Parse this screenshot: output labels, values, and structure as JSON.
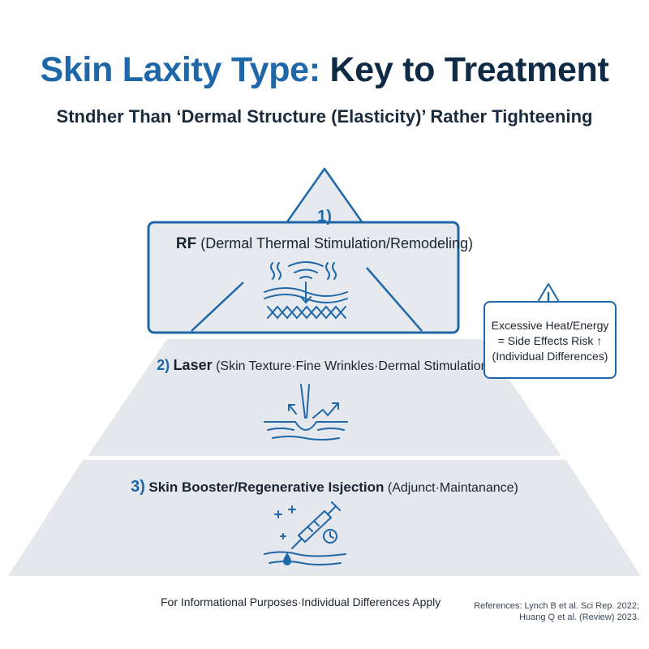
{
  "title": {
    "accent": "Skin Laxity Type:",
    "rest": "Key to Treatment"
  },
  "subtitle": "Stndher Than ‘Dermal Structure (Elasticity)’ Rather Tighteening",
  "tiers": [
    {
      "number": "1)",
      "name": "RF",
      "detail": "(Dermal Thermal Stimulation/Remodeling)",
      "icon": "rf-heat-dermis-icon"
    },
    {
      "number": "2)",
      "name": "Laser",
      "detail": "(Skin Texture·Fine Wrinkles·Dermal Stimulation)",
      "icon": "laser-skin-icon"
    },
    {
      "number": "3)",
      "name": "Skin Booster/Regenerative Isjection",
      "detail": "(Adjunct·Maintanance)",
      "icon": "syringe-injection-icon"
    }
  ],
  "warning": {
    "icon": "warning-triangle-icon",
    "lines": [
      "Excessive Heat/Energy",
      "= Side Effects Risk ↑",
      "(Individual Differences)"
    ]
  },
  "footer": "For Informational Purposes·Individual Differences Apply",
  "references": [
    "References: Lynch B et al. Sci Rep. 2022;",
    "Huang Q et al. (Review) 2023."
  ],
  "colors": {
    "accent": "#1e67a8",
    "dark_text": "#0f2a44",
    "tier_fill": "#e4e7eb",
    "line": "#1e67a8"
  }
}
